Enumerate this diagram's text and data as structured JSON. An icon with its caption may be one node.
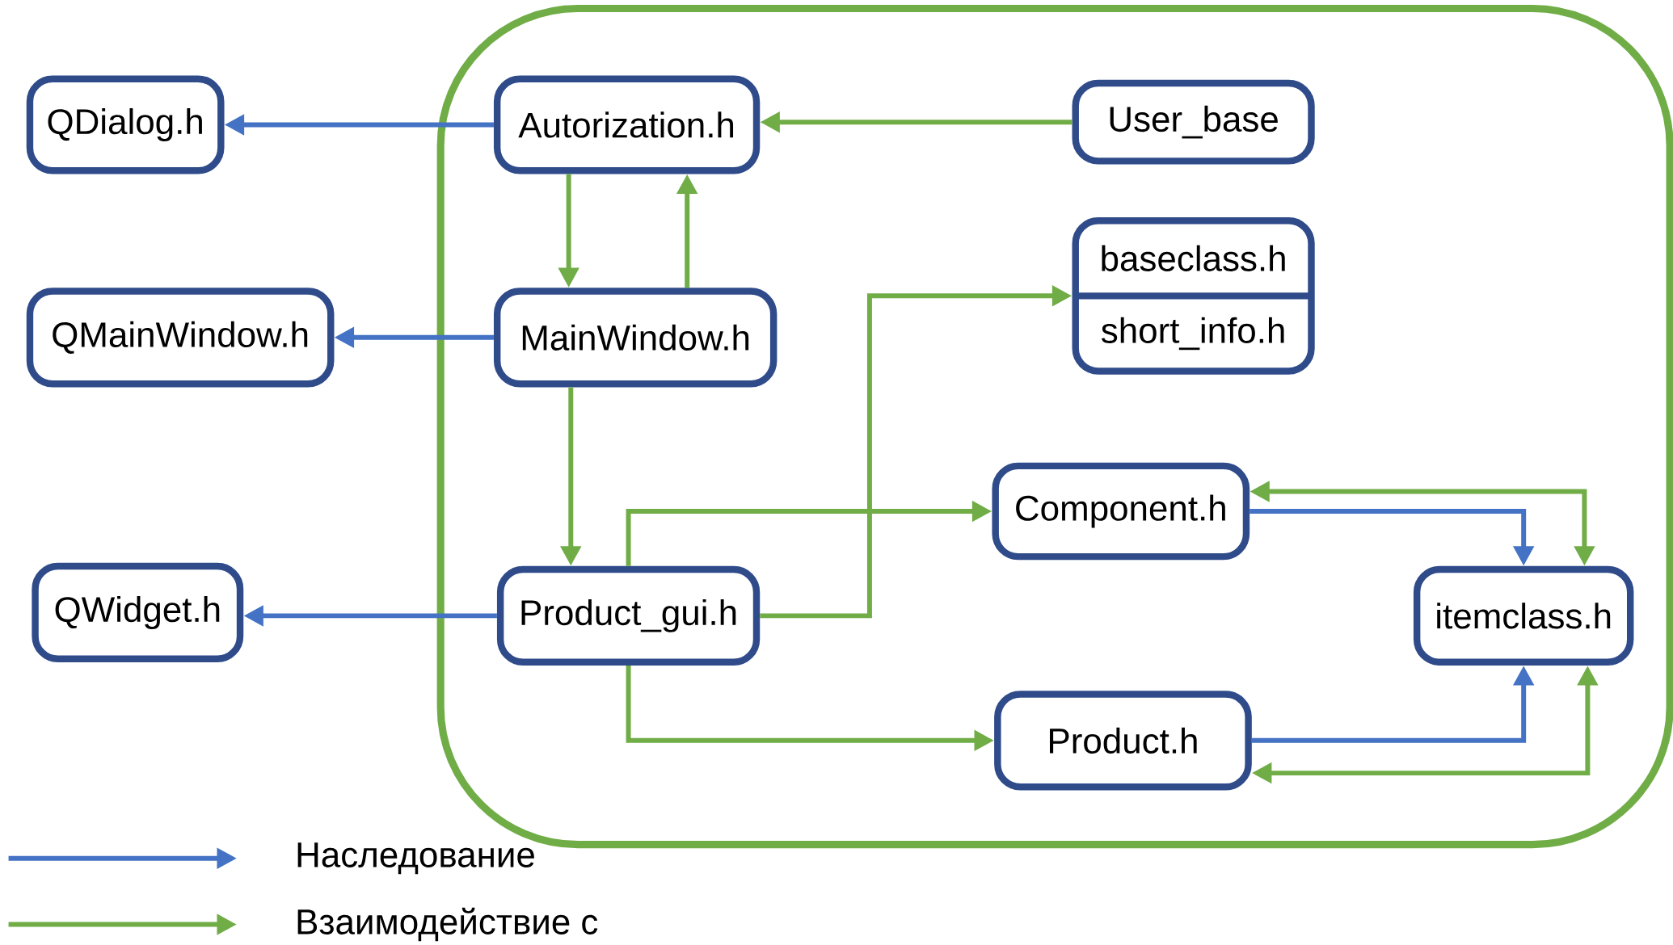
{
  "diagram": {
    "nodes": [
      {
        "text": [],
        "shape": "box"
      },
      {
        "text": [
          "QDialog.h"
        ]
      },
      {
        "text": [
          "Autorization.h"
        ],
        "in": 0
      },
      {
        "text": [
          "User_base"
        ],
        "in": 0
      },
      {
        "text": [
          "QMainWindow.h"
        ]
      },
      {
        "text": [
          "MainWindow.h"
        ],
        "in": 0
      },
      {
        "text": [
          "baseclass.h",
          "short_info.h"
        ],
        "in": 0
      },
      {
        "text": [
          "Component.h"
        ],
        "in": 0
      },
      {
        "text": [
          "QWidget.h"
        ]
      },
      {
        "text": [
          "Product_gui.h"
        ],
        "in": 0
      },
      {
        "text": [
          "itemclass.h"
        ],
        "in": 0
      },
      {
        "text": [
          "Product.h"
        ],
        "in": 0
      }
    ],
    "edges": [
      {
        "from": 2,
        "to": 1,
        "arrow": "to",
        "color": "#4472c4"
      },
      {
        "from": 3,
        "to": 2,
        "arrow": "to"
      },
      {
        "from": 2,
        "to": 5,
        "arrow": "to"
      },
      {
        "from": 5,
        "to": 2,
        "arrow": "to"
      },
      {
        "from": 5,
        "to": 4,
        "arrow": "to",
        "color": "#4472c4"
      },
      {
        "from": 5,
        "to": 9,
        "arrow": "to"
      },
      {
        "from": 9,
        "to": 8,
        "arrow": "to",
        "color": "#4472c4"
      },
      {
        "from": 9,
        "to": 6,
        "arrow": "to"
      },
      {
        "from": 9,
        "to": 7,
        "arrow": "to"
      },
      {
        "from": 9,
        "to": 11,
        "arrow": "to"
      },
      {
        "from": 7,
        "to": 10,
        "arrow": "to",
        "color": "#4472c4"
      },
      {
        "from": 7,
        "to": 10,
        "arrow": "both"
      },
      {
        "from": 11,
        "to": 10,
        "arrow": "to",
        "color": "#4472c4"
      },
      {
        "from": 11,
        "to": 10,
        "arrow": "both"
      }
    ],
    "legend": [
      {
        "text": "Наследование"
      },
      {
        "text": "Взаимодействие с"
      }
    ]
  }
}
